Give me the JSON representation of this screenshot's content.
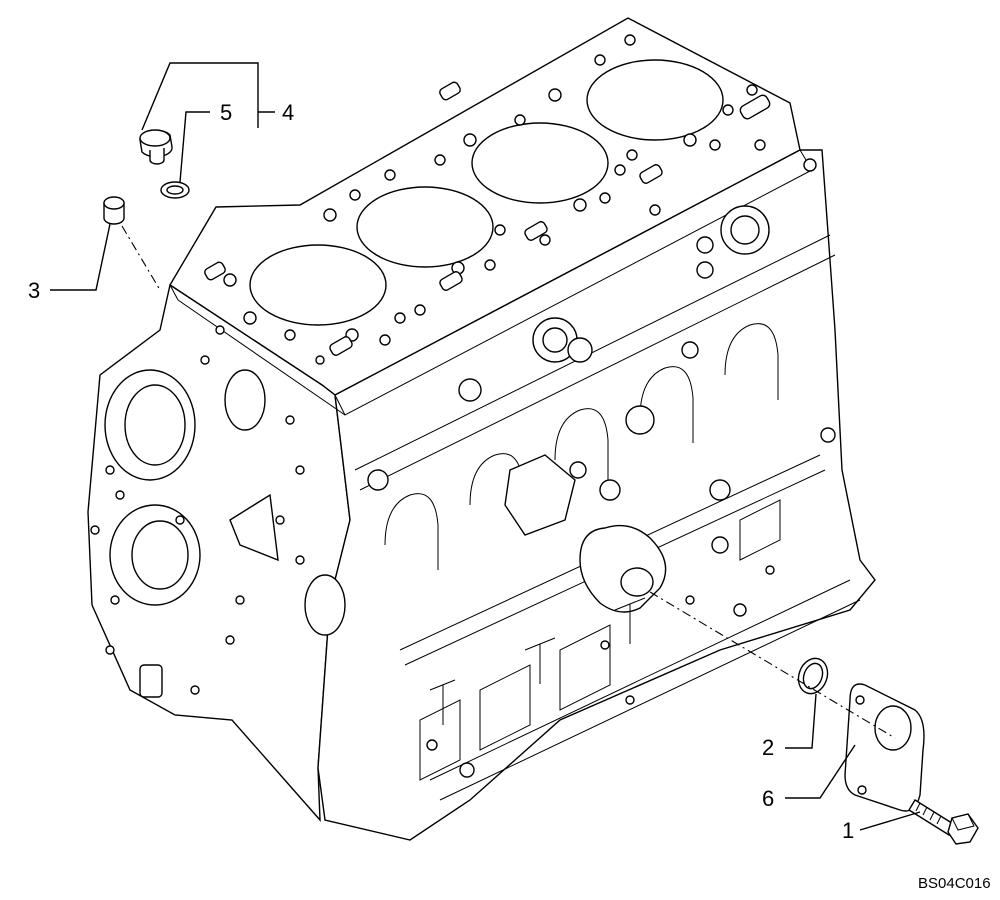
{
  "diagram": {
    "reference_code": "BS04C016",
    "callouts": [
      {
        "id": "1",
        "label": "1"
      },
      {
        "id": "2",
        "label": "2"
      },
      {
        "id": "3",
        "label": "3"
      },
      {
        "id": "4",
        "label": "4"
      },
      {
        "id": "5",
        "label": "5"
      },
      {
        "id": "6",
        "label": "6"
      }
    ]
  }
}
